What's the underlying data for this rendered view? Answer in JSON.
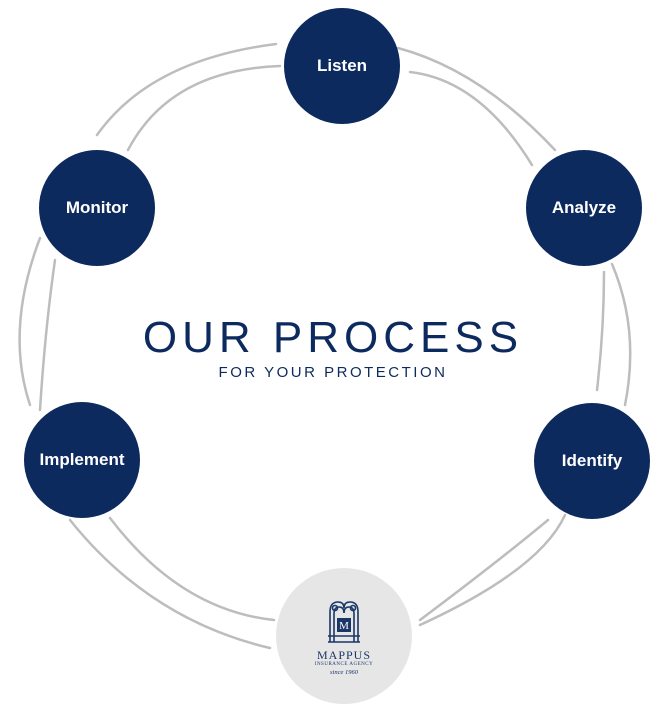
{
  "diagram": {
    "title": "OUR PROCESS",
    "subtitle": "FOR YOUR PROTECTION",
    "steps": [
      {
        "id": "listen",
        "label": "Listen"
      },
      {
        "id": "analyze",
        "label": "Analyze"
      },
      {
        "id": "identify",
        "label": "Identify"
      },
      {
        "id": "implement",
        "label": "Implement"
      },
      {
        "id": "monitor",
        "label": "Monitor"
      }
    ],
    "logo": {
      "name": "MAPPUS",
      "subtitle": "INSURANCE AGENCY",
      "since": "since 1960",
      "emblem_letter": "M"
    },
    "colors": {
      "node": "#0d2a5e",
      "connector": "#bdbdbd",
      "logo_bg": "#e6e6e6",
      "text_dark": "#0d2a5e"
    }
  }
}
